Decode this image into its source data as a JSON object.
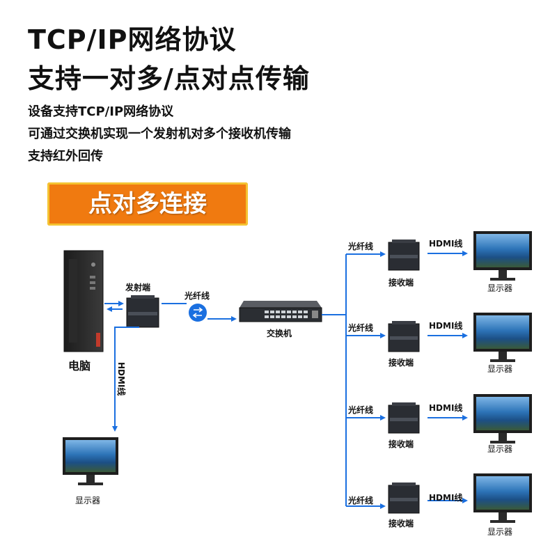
{
  "title": {
    "line1": "TCP/IP网络协议",
    "line2": "支持一对多/点对点传输"
  },
  "features": [
    "设备支持TCP/IP网络协议",
    "可通过交换机实现一个发射机对多个接收机传输",
    "支持红外回传"
  ],
  "banner": {
    "text": "点对多连接"
  },
  "diagram": {
    "computer_label": "电脑",
    "transmitter_label": "发射端",
    "fiber_label": "光纤线",
    "switch_label": "交换机",
    "hdmi_vertical_label": "HDMI线",
    "local_monitor_label": "显示器",
    "branches": [
      {
        "fiber_label": "光纤线",
        "receiver_label": "接收端",
        "hdmi_label": "HDMI线",
        "monitor_label": "显示器"
      },
      {
        "fiber_label": "光纤线",
        "receiver_label": "接收端",
        "hdmi_label": "HDMI线",
        "monitor_label": "显示器"
      },
      {
        "fiber_label": "光纤线",
        "receiver_label": "接收端",
        "hdmi_label": "HDMI线",
        "monitor_label": "显示器"
      },
      {
        "fiber_label": "光纤线",
        "receiver_label": "接收端",
        "hdmi_label": "HDMI线",
        "monitor_label": "显示器"
      }
    ],
    "colors": {
      "link_blue": "#1a6fe0",
      "banner_orange": "#f07a10",
      "banner_border": "#f4c332"
    }
  }
}
